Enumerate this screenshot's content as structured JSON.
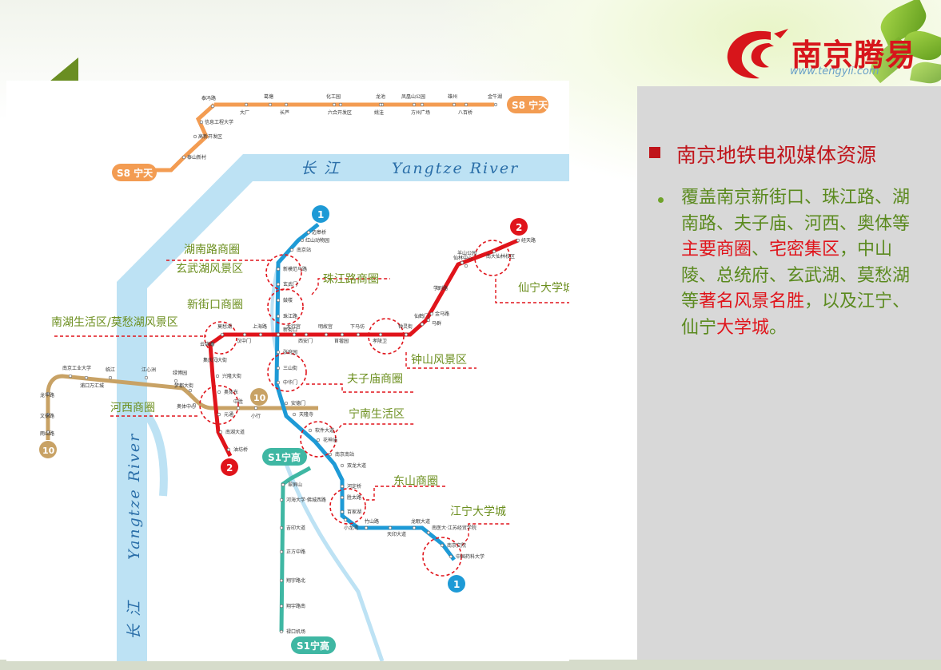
{
  "brand": {
    "name": "南京腾易",
    "url": "www.tengyii.com"
  },
  "heading": "南京地铁电视媒体资源",
  "paragraph": {
    "segments": [
      {
        "text": "覆盖南京新街口、珠江路、湖南路、夫子庙、河西、奥体等",
        "highlight": false
      },
      {
        "text": "主要商圈",
        "highlight": true
      },
      {
        "text": "、",
        "highlight": false
      },
      {
        "text": "宅密集区",
        "highlight": true
      },
      {
        "text": "，中山陵、总统府、玄武湖、莫愁湖等",
        "highlight": false
      },
      {
        "text": "著名风景名胜",
        "highlight": true
      },
      {
        "text": "，以及江宁、仙宁",
        "highlight": false
      },
      {
        "text": "大学城",
        "highlight": true
      },
      {
        "text": "。",
        "highlight": false
      }
    ]
  },
  "map": {
    "river_cn": "长  江",
    "river_en": "Yangtze  River",
    "river_cn_vertical": "长  江",
    "river_en_vertical": "Yangtze  River",
    "lines": {
      "s8_label_top": "S8 宁天",
      "s8_label_left": "S8 宁天",
      "s1_label_mid": "S1宁高",
      "s1_label_bottom": "S1宁高",
      "line1_top": "1",
      "line1_bottom": "1",
      "line2_top": "2",
      "line2_bottom": "2",
      "line10_left": "10",
      "line10_right": "10"
    },
    "regions": [
      "湖南路商圈",
      "玄武湖风景区",
      "珠江路商圈",
      "新街口商圈",
      "南湖生活区/莫愁湖风景区",
      "钟山风景区",
      "夫子庙商圈",
      "河西商圈",
      "宁南生活区",
      "东山商圈",
      "江宁大学城",
      "仙宁大学城"
    ],
    "stations_s8": [
      "葛塘",
      "化工园",
      "龙池",
      "凤凰山公园",
      "雄州",
      "金牛湖",
      "大厂",
      "长芦",
      "六合开发区",
      "姚洼",
      "方州广场",
      "八百桥",
      "泰冯路",
      "信息工程大学",
      "高新开发区",
      "泰山新村"
    ],
    "stations_line1": [
      "迈皋桥",
      "红山动物园",
      "南京站",
      "新模范马路",
      "玄武门",
      "鼓楼",
      "珠江路",
      "新街口",
      "张府园",
      "三山街",
      "中华门",
      "安德门",
      "天隆寺",
      "软件大道",
      "花神庙",
      "南京南站",
      "双龙大道",
      "河定桥",
      "胜太路",
      "百家湖",
      "小龙湾",
      "竹山路",
      "天印大道",
      "龙眠大道",
      "南医大·江苏经贸学院",
      "南京交院",
      "中国药科大学"
    ],
    "stations_line2": [
      "经天路",
      "仙林中心",
      "羊山公园",
      "南大仙林校区",
      "仙鹤门",
      "学则路",
      "马群",
      "金马路",
      "钟灵街",
      "孝陵卫",
      "下马坊",
      "苜蓿园",
      "明故宫",
      "西安门",
      "大行宫",
      "上海路",
      "汉中门",
      "莫愁湖",
      "云锦路",
      "集庆门大街",
      "兴隆大街",
      "奥体东",
      "元通",
      "南湖大道",
      "油坊桥"
    ],
    "stations_line10": [
      "南京工业大学",
      "浦口万汇城",
      "临江",
      "江心洲",
      "绿博园",
      "龙华路",
      "文德路",
      "雨山路",
      "梦都大街",
      "奥体中心",
      "中胜",
      "小行"
    ],
    "stations_s1": [
      "翠屏山",
      "河海大学·佛城西路",
      "吉印大道",
      "正方中路",
      "翔宇路北",
      "翔宇路南",
      "禄口机场"
    ]
  }
}
